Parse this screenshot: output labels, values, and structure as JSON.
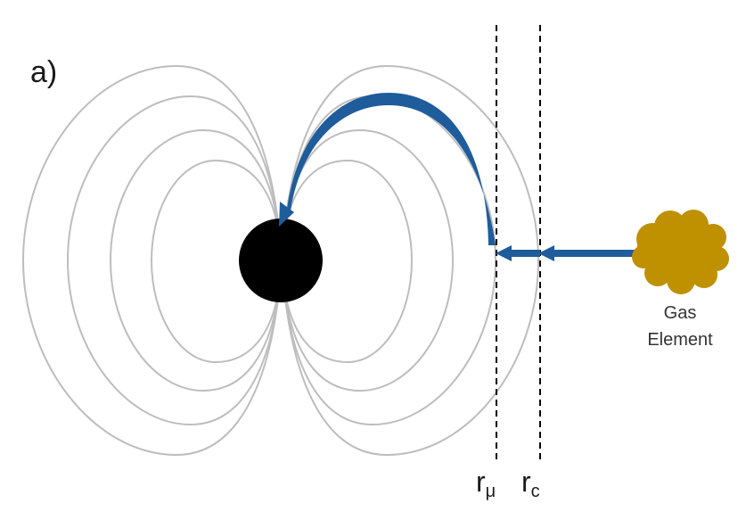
{
  "panel_label": "a)",
  "gas_element": {
    "line1": "Gas",
    "line2": "Element",
    "color": "#bf9000"
  },
  "radii": {
    "r_mu": {
      "base": "r",
      "sub": "μ"
    },
    "r_c": {
      "base": "r",
      "sub": "c"
    }
  },
  "colors": {
    "field_lines": "#bdbdbd",
    "flow_arrow": "#1f5c9c",
    "star": "#000000",
    "radius_lines": "#000000"
  },
  "elements": {
    "star": "compact-star",
    "field": "dipole-magnetic-field-lines",
    "inflow": "accretion-flow-arrow",
    "channel": "magnetospheric-channel-arrow"
  }
}
